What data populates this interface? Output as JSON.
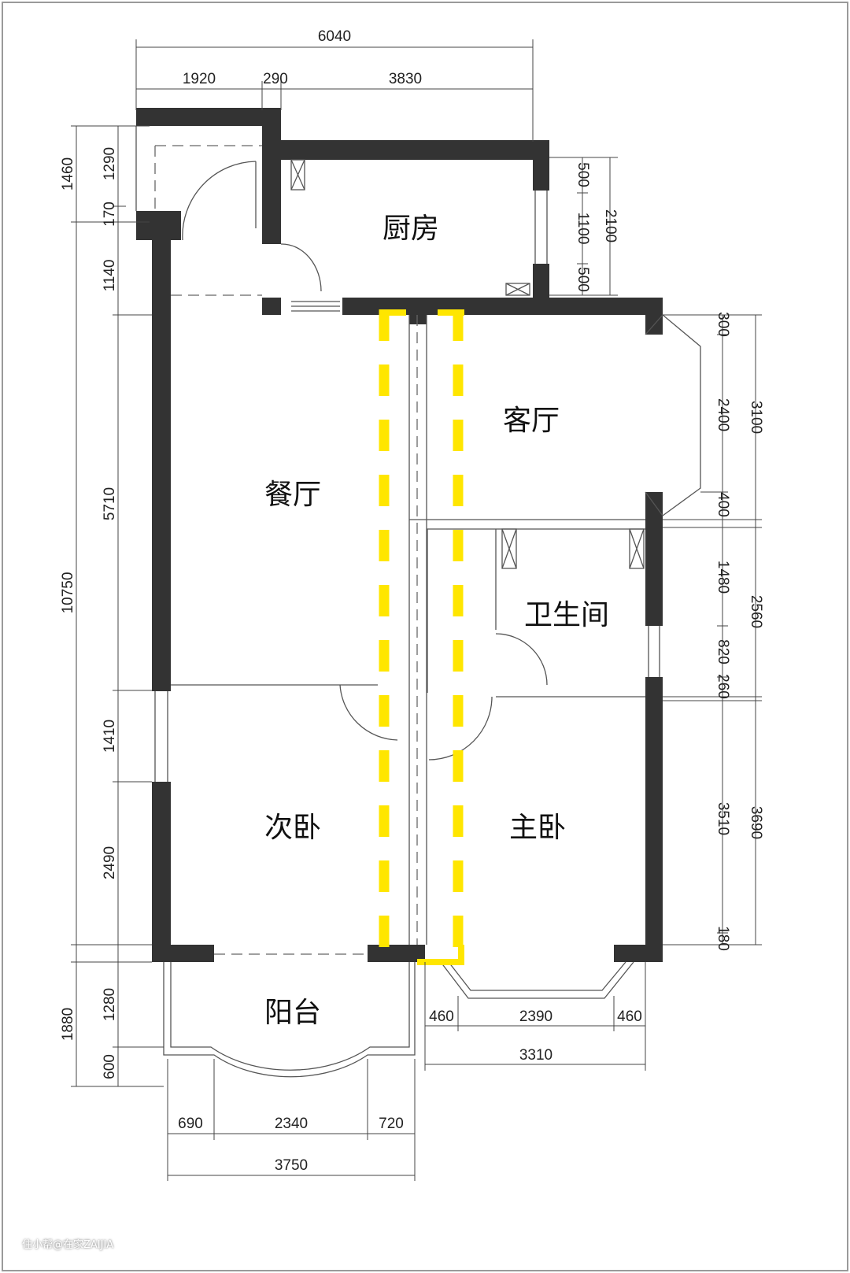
{
  "rooms": {
    "kitchen": "厨房",
    "living": "客厅",
    "dining": "餐厅",
    "bathroom": "卫生间",
    "second_bedroom": "次卧",
    "master_bedroom": "主卧",
    "balcony": "阳台"
  },
  "dims": {
    "top_total": "6040",
    "top_a": "1920",
    "top_b": "290",
    "top_c": "3830",
    "left_outer_a": "1460",
    "left_outer_b": "10750",
    "left_outer_c": "1880",
    "left_a": "1290",
    "left_b": "170",
    "left_c": "1140",
    "left_d": "5710",
    "left_e": "1410",
    "left_f": "2490",
    "left_g": "1280",
    "left_h": "600",
    "kitchen_a": "500",
    "kitchen_b": "1100",
    "kitchen_c": "500",
    "kitchen_total": "2100",
    "right_a": "300",
    "right_b": "2400",
    "right_c": "400",
    "right_d": "1480",
    "right_e": "820",
    "right_f": "260",
    "right_g": "3510",
    "right_h": "180",
    "right_outer_a": "3100",
    "right_outer_b": "2560",
    "right_outer_c": "3690",
    "bay_a": "460",
    "bay_b": "2390",
    "bay_c": "460",
    "bay_total": "3310",
    "balc_a": "690",
    "balc_b": "2340",
    "balc_c": "720",
    "balc_total": "3750"
  },
  "highlight_color": "#ffe600",
  "wall_color": "#333333",
  "watermark": "住小帮@在家ZAIJIA"
}
